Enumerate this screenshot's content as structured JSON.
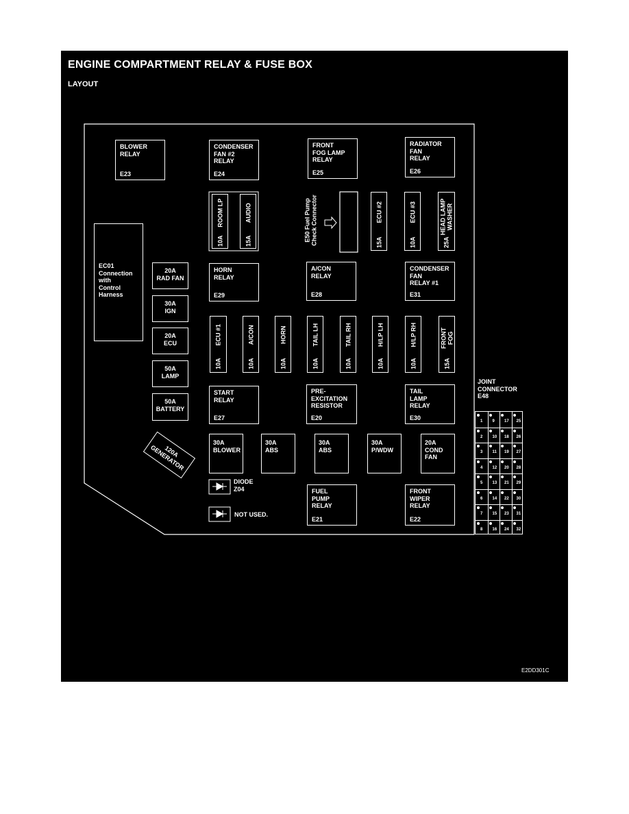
{
  "header": {
    "title": "ENGINE COMPARTMENT RELAY & FUSE BOX",
    "subtitle": "LAYOUT"
  },
  "image_code": "E2DD301C",
  "relays": {
    "blower": {
      "name": "BLOWER\nRELAY",
      "id": "E23"
    },
    "condenser2": {
      "name": "CONDENSER\nFAN #2\nRELAY",
      "id": "E24"
    },
    "frontfog": {
      "name": "FRONT\nFOG LAMP\nRELAY",
      "id": "E25"
    },
    "radiator": {
      "name": "RADIATOR\nFAN\nRELAY",
      "id": "E26"
    },
    "horn": {
      "name": "HORN\nRELAY",
      "id": "E29"
    },
    "acon": {
      "name": "A/CON\nRELAY",
      "id": "E28"
    },
    "condenser1": {
      "name": "CONDENSER\nFAN\nRELAY #1",
      "id": "E31"
    },
    "start": {
      "name": "START\nRELAY",
      "id": "E27"
    },
    "preexc": {
      "name": "PRE-\nEXCITATION\nRESISTOR",
      "id": "E20"
    },
    "taillamp": {
      "name": "TAIL\nLAMP\nRELAY",
      "id": "E30"
    },
    "fuelpump": {
      "name": "FUEL\nPUMP\nRELAY",
      "id": "E21"
    },
    "frontwiper": {
      "name": "FRONT\nWIPER\nRELAY",
      "id": "E22"
    }
  },
  "fuses_row1": [
    {
      "name": "ROOM LP",
      "amp": "10A"
    },
    {
      "name": "AUDIO",
      "amp": "15A"
    },
    {
      "name": "ECU #2",
      "amp": "15A"
    },
    {
      "name": "ECU #3",
      "amp": "10A"
    },
    {
      "name": "HEAD LAMP\nWASHER",
      "amp": "25A"
    }
  ],
  "fuses_row2": [
    {
      "name": "ECU #1",
      "amp": "10A"
    },
    {
      "name": "A/CON",
      "amp": "10A"
    },
    {
      "name": "HORN",
      "amp": "10A"
    },
    {
      "name": "TAIL LH",
      "amp": "10A"
    },
    {
      "name": "TAIL RH",
      "amp": "10A"
    },
    {
      "name": "H/LP LH",
      "amp": "10A"
    },
    {
      "name": "H/LP RH",
      "amp": "10A"
    },
    {
      "name": "FRONT\nFOG",
      "amp": "15A"
    }
  ],
  "left_fuses": [
    "20A\nRAD FAN",
    "30A\nIGN",
    "20A\nECU",
    "50A\nLAMP",
    "50A\nBATTERY"
  ],
  "big_fuses": [
    "30A\nBLOWER",
    "30A\nABS",
    "30A\nABS",
    "30A\nP/WDW",
    "20A\nCOND\nFAN"
  ],
  "generator": "120A\nGENERATOR",
  "ec01": "EC01\nConnection\nwith\nControl\nHarness",
  "e50": "E50 Fuel Pump\nCheck Connector",
  "diode": "DIODE\nZ04",
  "not_used": "NOT USED.",
  "joint": {
    "label": "JOINT\nCONNECTOR\nE48",
    "pins": [
      "1",
      "9",
      "17",
      "25",
      "2",
      "10",
      "18",
      "26",
      "3",
      "11",
      "19",
      "27",
      "4",
      "12",
      "20",
      "28",
      "5",
      "13",
      "21",
      "29",
      "6",
      "14",
      "22",
      "30",
      "7",
      "15",
      "23",
      "31",
      "8",
      "16",
      "24",
      "32"
    ]
  }
}
